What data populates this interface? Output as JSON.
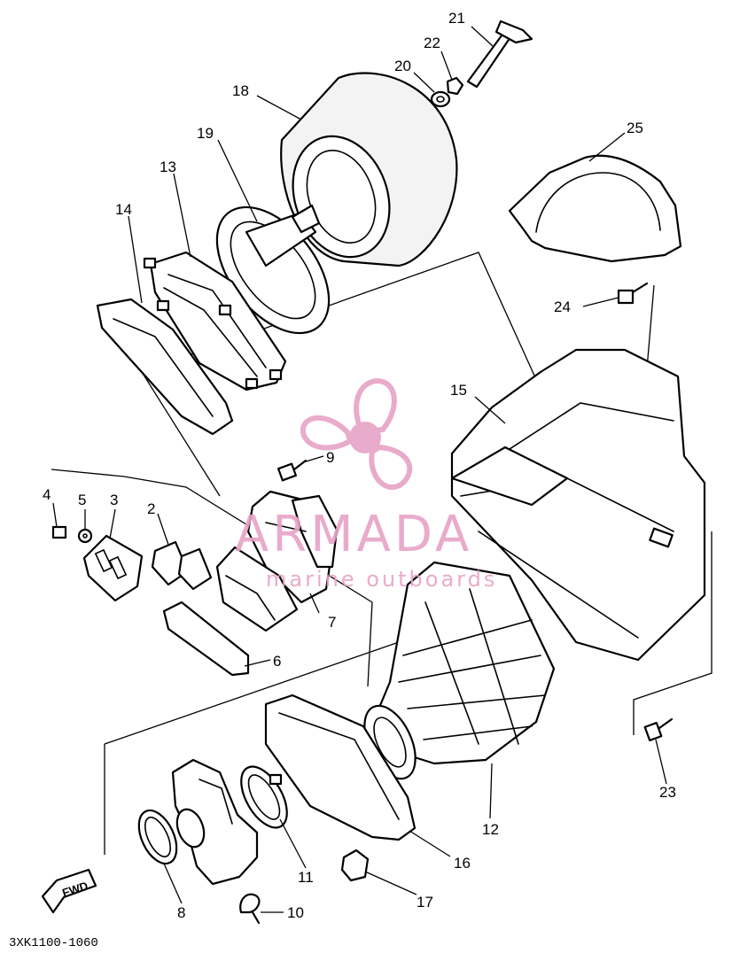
{
  "diagram": {
    "drawing_code": "3XK1100-1060",
    "direction_label": "FWD",
    "callouts": [
      "2",
      "3",
      "4",
      "5",
      "6",
      "7",
      "8",
      "9",
      "10",
      "11",
      "12",
      "13",
      "14",
      "15",
      "16",
      "17",
      "18",
      "19",
      "20",
      "21",
      "22",
      "23",
      "24",
      "25"
    ]
  },
  "watermark": {
    "brand": "ARMADA",
    "tagline": "marine outboards",
    "color": "#e7a3c6"
  }
}
